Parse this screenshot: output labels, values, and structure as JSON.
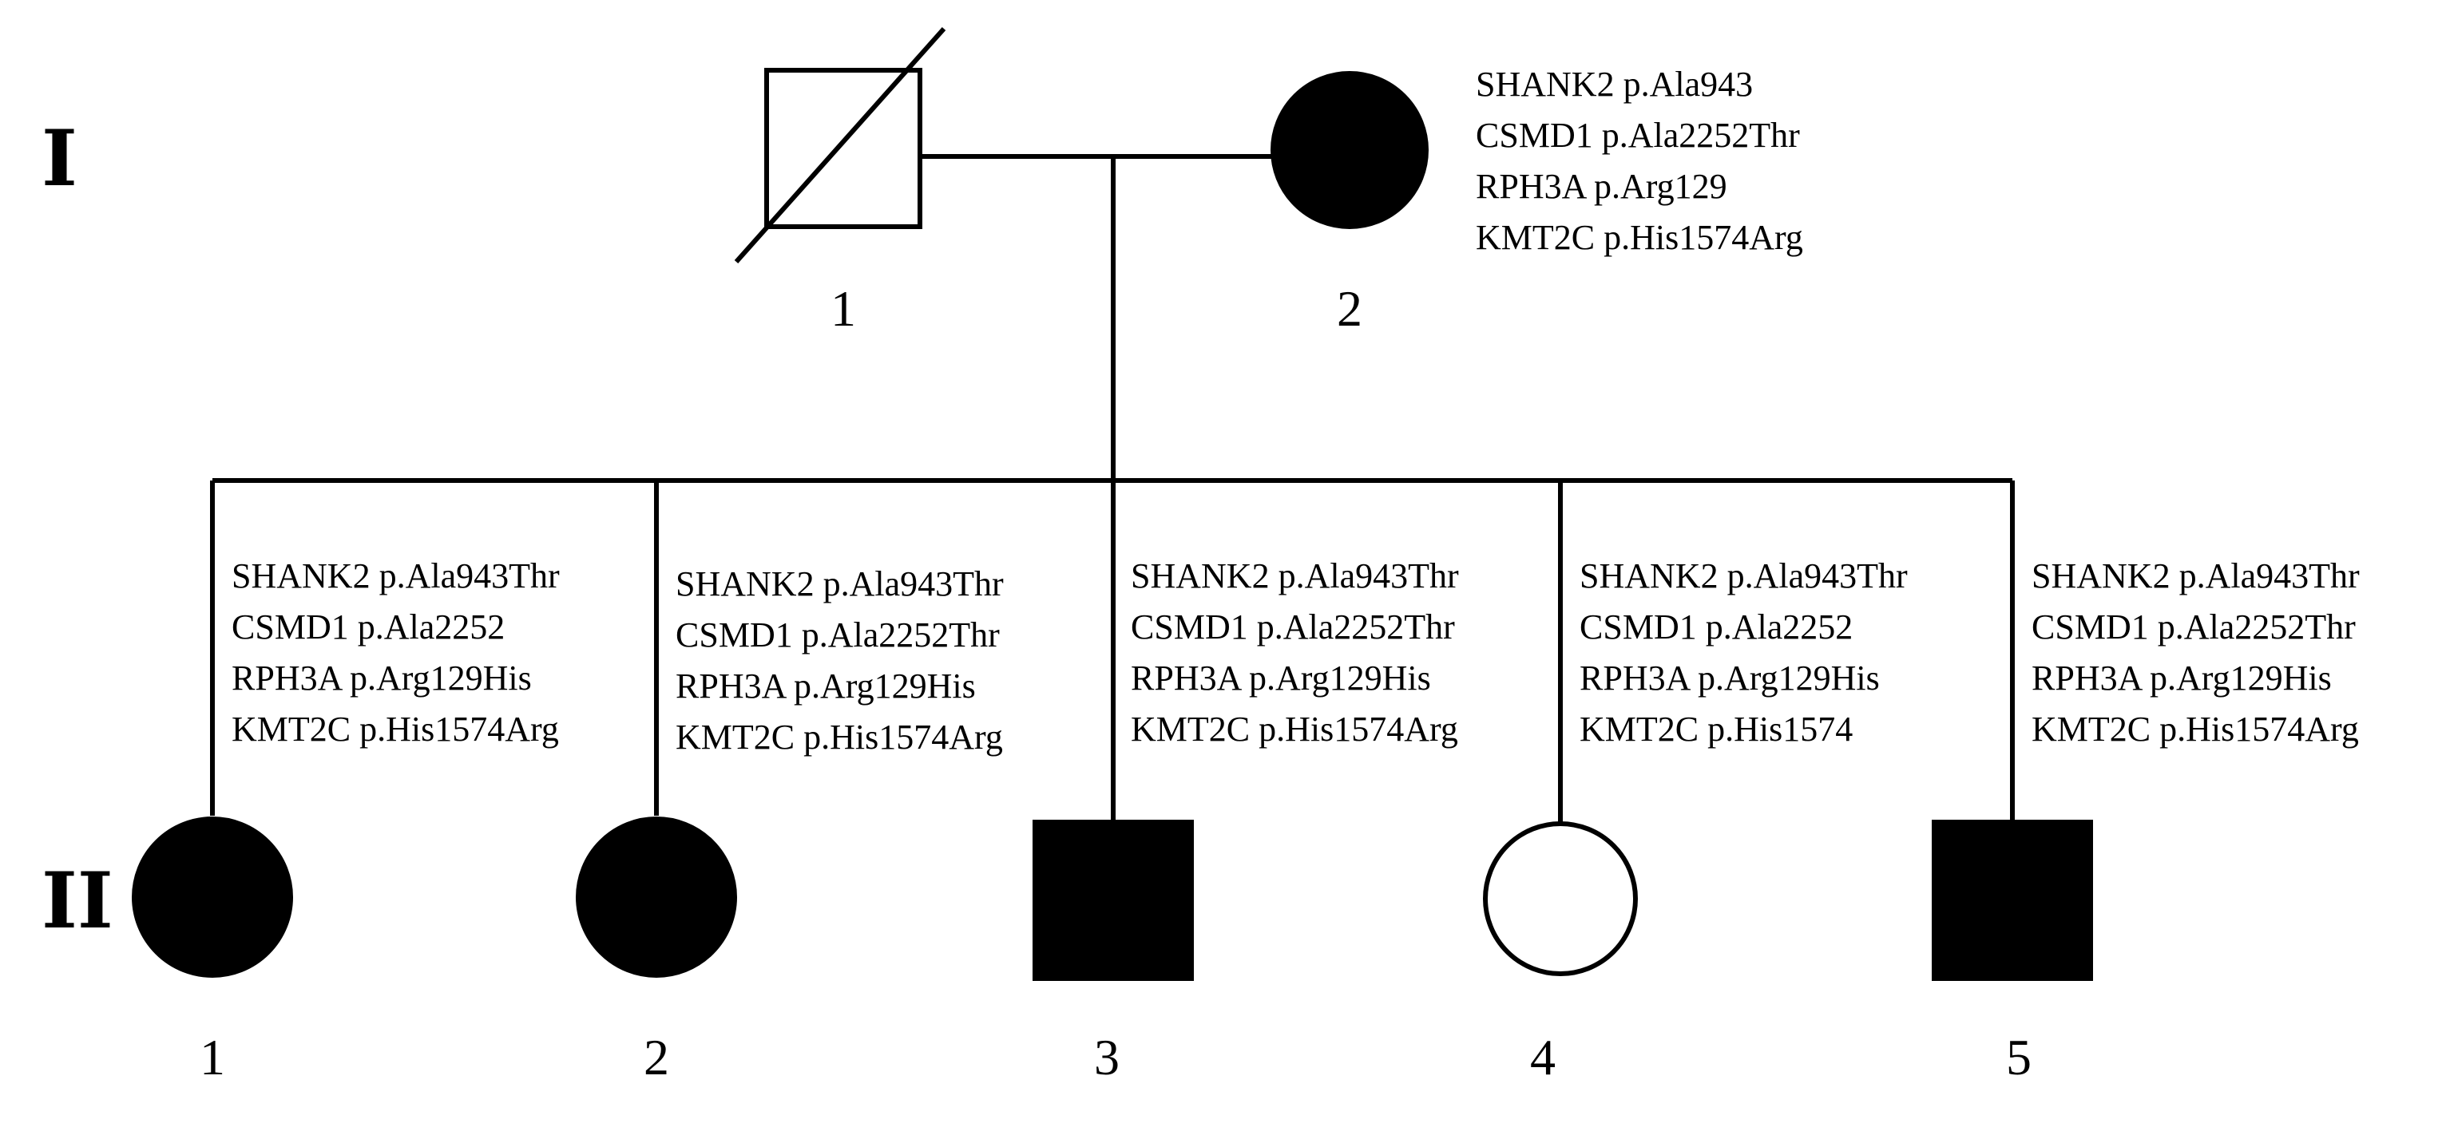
{
  "generations": [
    {
      "label": "I"
    },
    {
      "label": "II"
    }
  ],
  "individuals": {
    "I1": {
      "id": "1",
      "sex": "male",
      "affected": false,
      "deceased": true,
      "variants": []
    },
    "I2": {
      "id": "2",
      "sex": "female",
      "affected": true,
      "deceased": false,
      "variants": [
        "SHANK2 p.Ala943",
        "CSMD1 p.Ala2252Thr",
        "RPH3A p.Arg129",
        "KMT2C p.His1574Arg"
      ]
    },
    "II1": {
      "id": "1",
      "sex": "female",
      "affected": true,
      "deceased": false,
      "variants": [
        "SHANK2 p.Ala943Thr",
        "CSMD1 p.Ala2252",
        "RPH3A p.Arg129His",
        "KMT2C p.His1574Arg"
      ]
    },
    "II2": {
      "id": "2",
      "sex": "female",
      "affected": true,
      "deceased": false,
      "variants": [
        "SHANK2 p.Ala943Thr",
        "CSMD1 p.Ala2252Thr",
        "RPH3A p.Arg129His",
        "KMT2C p.His1574Arg"
      ]
    },
    "II3": {
      "id": "3",
      "sex": "male",
      "affected": true,
      "deceased": false,
      "variants": [
        "SHANK2 p.Ala943Thr",
        "CSMD1 p.Ala2252Thr",
        "RPH3A p.Arg129His",
        "KMT2C p.His1574Arg"
      ]
    },
    "II4": {
      "id": "4",
      "sex": "female",
      "affected": false,
      "deceased": false,
      "variants": [
        "SHANK2 p.Ala943Thr",
        "CSMD1 p.Ala2252",
        "RPH3A p.Arg129His",
        "KMT2C p.His1574"
      ]
    },
    "II5": {
      "id": "5",
      "sex": "male",
      "affected": true,
      "deceased": false,
      "variants": [
        "SHANK2 p.Ala943Thr",
        "CSMD1 p.Ala2252Thr",
        "RPH3A p.Arg129His",
        "KMT2C p.His1574Arg"
      ]
    }
  },
  "colors": {
    "affected": "#000000",
    "unaffected": "#ffffff",
    "line": "#000000"
  }
}
